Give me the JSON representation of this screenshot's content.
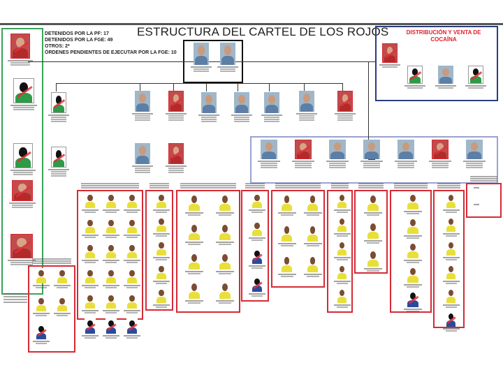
{
  "header": {
    "title": "ESTRUCTURA DEL CARTEL DE LOS ROJOS",
    "stats": [
      "DETENIDOS POR LA PF: 17",
      "DETENIDOS POR LA FGE: 49",
      "OTROS: 2*",
      "ÓRDENES PENDIENTES DE EJECUTAR POR LA FGE: 10"
    ]
  },
  "distribution": {
    "title_line1": "DISTRIBUCIÓN Y VENTA DE",
    "title_line2": "COCAÍNA",
    "members": [
      "red",
      "sil",
      "photo",
      "sil"
    ]
  },
  "leaders": {
    "members": [
      "photo",
      "photo"
    ]
  },
  "left_column": {
    "members": [
      "red",
      "sil",
      "sil",
      "red",
      "red"
    ]
  },
  "tier2": {
    "members": [
      "sil",
      "photo",
      "red",
      "photo",
      "photo",
      "photo",
      "photo",
      "red",
      "sil",
      "photo",
      "red"
    ]
  },
  "blue_group": {
    "members": [
      "photo",
      "red",
      "photo",
      "photo",
      "photo",
      "red",
      "photo"
    ]
  },
  "cells": {
    "A": [
      "yellow",
      "yellow",
      "yellow",
      "yellow",
      "bsil"
    ],
    "B": [
      "yellow",
      "yellow",
      "yellow",
      "yellow",
      "yellow",
      "yellow",
      "yellow",
      "yellow",
      "yellow",
      "yellow",
      "yellow",
      "yellow",
      "yellow",
      "yellow",
      "yellow",
      "bsil",
      "bsil",
      "bsil"
    ],
    "C": [
      "yellow",
      "yellow",
      "yellow",
      "yellow",
      "yellow"
    ],
    "D": [
      "yellow",
      "yellow",
      "yellow",
      "yellow",
      "yellow",
      "yellow",
      "yellow",
      "yellow"
    ],
    "E": [
      "yellow",
      "yellow",
      "bsil",
      "bsil"
    ],
    "F": [
      "yellow",
      "yellow",
      "yellow",
      "yellow",
      "yellow",
      "yellow"
    ],
    "G": [
      "yellow",
      "yellow",
      "yellow",
      "yellow",
      "yellow"
    ],
    "H": [
      "yellow",
      "yellow",
      "yellow"
    ],
    "I": [
      "yellow",
      "yellow",
      "yellow",
      "yellow",
      "bsil"
    ],
    "J": [
      "yellow",
      "yellow",
      "yellow",
      "yellow",
      "yellow",
      "bsil"
    ],
    "K": [
      "yellow",
      "yellow"
    ]
  }
}
